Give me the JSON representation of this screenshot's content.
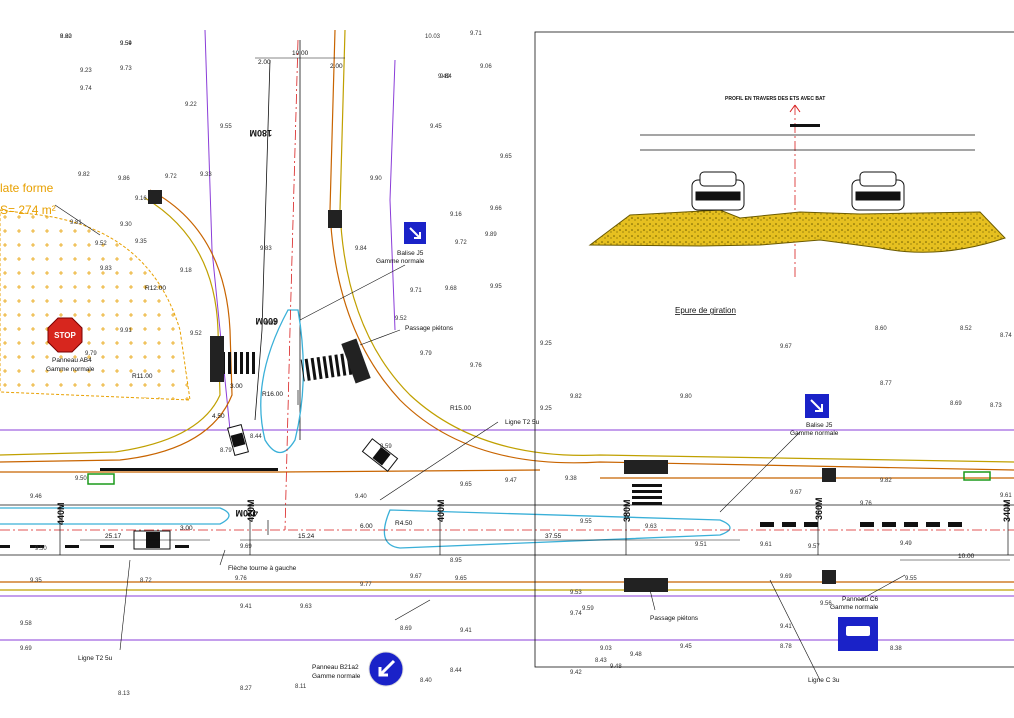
{
  "platform": {
    "line1": "late forme",
    "line2": "S= 274 m²"
  },
  "section_title": "PROFIL EN TRAVERS DES ETS AVEC BAT",
  "epure_label": "Epure de giration",
  "signs": {
    "stop": {
      "text": "STOP",
      "label1": "Panneau AB4",
      "label2": "Gamme normale",
      "color": "#d7261e"
    },
    "balise_left": {
      "label1": "Balise J5",
      "label2": "Gamme normale"
    },
    "balise_right": {
      "label1": "Balise J5",
      "label2": "Gamme normale"
    },
    "panneau_b21": {
      "label1": "Panneau B21a2",
      "label2": "Gamme normale"
    },
    "panneau_c6": {
      "label1": "Panneau C6",
      "label2": "Gamme normale"
    },
    "blue": "#1a22c8"
  },
  "labels": {
    "passage1": "Passage piétons",
    "passage2": "Passage piétons",
    "ligne_t2_top": "Ligne T2 5u",
    "ligne_t2_bottom": "Ligne T2 5u",
    "ligne_c3": "Ligne C 3u",
    "fleche": "Flèche tourne à gauche"
  },
  "pk_marks": [
    "440M",
    "420M",
    "400M",
    "380M",
    "360M",
    "340M",
    "420M",
    "600M",
    "180M"
  ],
  "dimensions": [
    "10.00",
    "2.00",
    "2.00",
    "3.00",
    "25.17",
    "15.24",
    "37.55",
    "10.00",
    "R12.00",
    "R11.00",
    "R16.00",
    "R15.00",
    "R4.50",
    "6.00",
    "3.00",
    "4.50"
  ],
  "spot_heights": [
    "9.22",
    "9.59",
    "10.03",
    "9.71",
    "9.73",
    "9.84",
    "9.23",
    "9.22",
    "9.49",
    "9.45",
    "9.74",
    "9.55",
    "9.06",
    "9.65",
    "9.82",
    "9.86",
    "9.72",
    "9.33",
    "9.16",
    "9.16",
    "9.81",
    "9.30",
    "9.72",
    "9.66",
    "9.52",
    "9.35",
    "9.83",
    "9.89",
    "9.18",
    "9.83",
    "9.90",
    "9.84",
    "9.98",
    "9.71",
    "9.68",
    "9.95",
    "9.52",
    "9.91",
    "9.79",
    "9.76",
    "9.52",
    "9.25",
    "9.79",
    "9.25",
    "9.82",
    "9.80",
    "9.67",
    "8.77",
    "8.69",
    "8.73",
    "8.74",
    "8.60",
    "8.52",
    "8.44",
    "8.79",
    "8.59",
    "9.50",
    "9.46",
    "9.50",
    "9.69",
    "9.35",
    "8.72",
    "9.76",
    "9.77",
    "9.67",
    "9.65",
    "9.63",
    "9.41",
    "9.58",
    "9.69",
    "9.40",
    "9.65",
    "9.47",
    "9.38",
    "9.67",
    "9.82",
    "9.76",
    "9.61",
    "9.55",
    "9.63",
    "9.51",
    "9.61",
    "9.49",
    "9.57",
    "9.56",
    "9.53",
    "9.59",
    "9.74",
    "8.95",
    "8.69",
    "9.41",
    "9.03",
    "9.48",
    "9.45",
    "8.44",
    "8.27",
    "8.11",
    "8.13",
    "9.42",
    "8.43",
    "9.48",
    "8.40",
    "9.69",
    "9.55",
    "9.41",
    "8.38",
    "8.78",
    "8.60",
    "9.54"
  ]
}
